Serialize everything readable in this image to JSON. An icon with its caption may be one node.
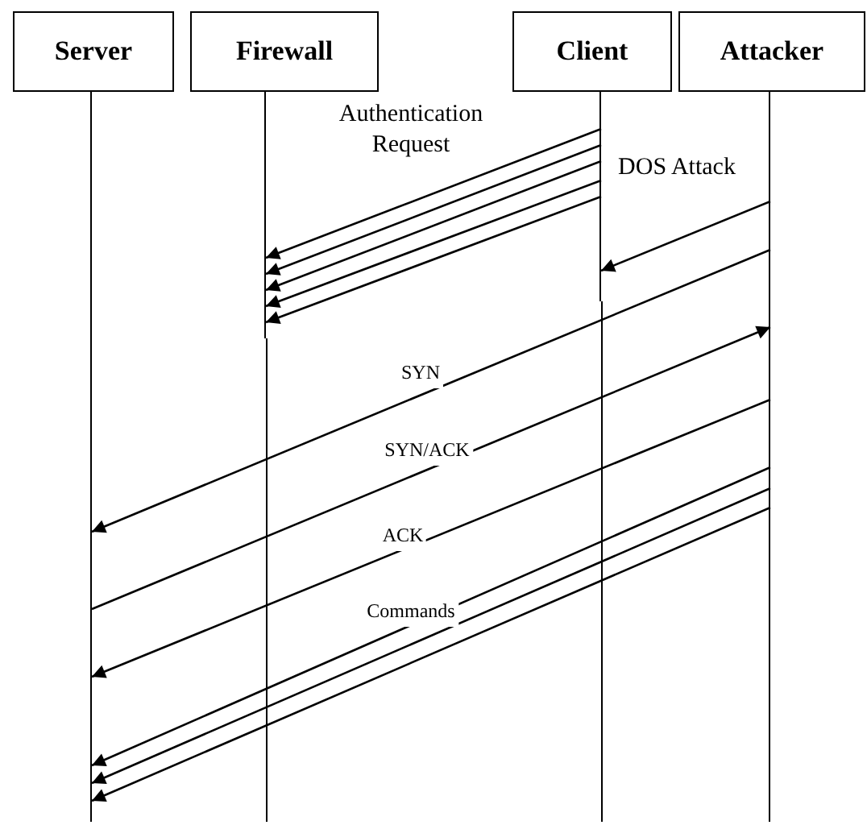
{
  "diagram": {
    "nodes": [
      {
        "text": [
          "Server"
        ]
      },
      {
        "text": [
          "Firewall"
        ]
      },
      {
        "text": [
          "Client"
        ]
      },
      {
        "text": [
          "Attacker"
        ]
      }
    ],
    "edges": [
      {
        "from": 2,
        "to": 1,
        "arrow": "to",
        "label": "Authentication Request"
      },
      {
        "from": 2,
        "to": 1,
        "arrow": "to"
      },
      {
        "from": 2,
        "to": 1,
        "arrow": "to"
      },
      {
        "from": 2,
        "to": 1,
        "arrow": "to"
      },
      {
        "from": 2,
        "to": 1,
        "arrow": "to"
      },
      {
        "from": 3,
        "to": 2,
        "arrow": "to",
        "label": "DOS Attack"
      },
      {
        "from": 3,
        "to": 0,
        "arrow": "to",
        "label": "SYN"
      },
      {
        "from": 0,
        "to": 3,
        "arrow": "to",
        "label": "SYN/ACK"
      },
      {
        "from": 3,
        "to": 0,
        "arrow": "to",
        "label": "ACK"
      },
      {
        "from": 3,
        "to": 0,
        "arrow": "to",
        "label": "Commands"
      },
      {
        "from": 3,
        "to": 0,
        "arrow": "to"
      },
      {
        "from": 3,
        "to": 0,
        "arrow": "to"
      }
    ]
  }
}
